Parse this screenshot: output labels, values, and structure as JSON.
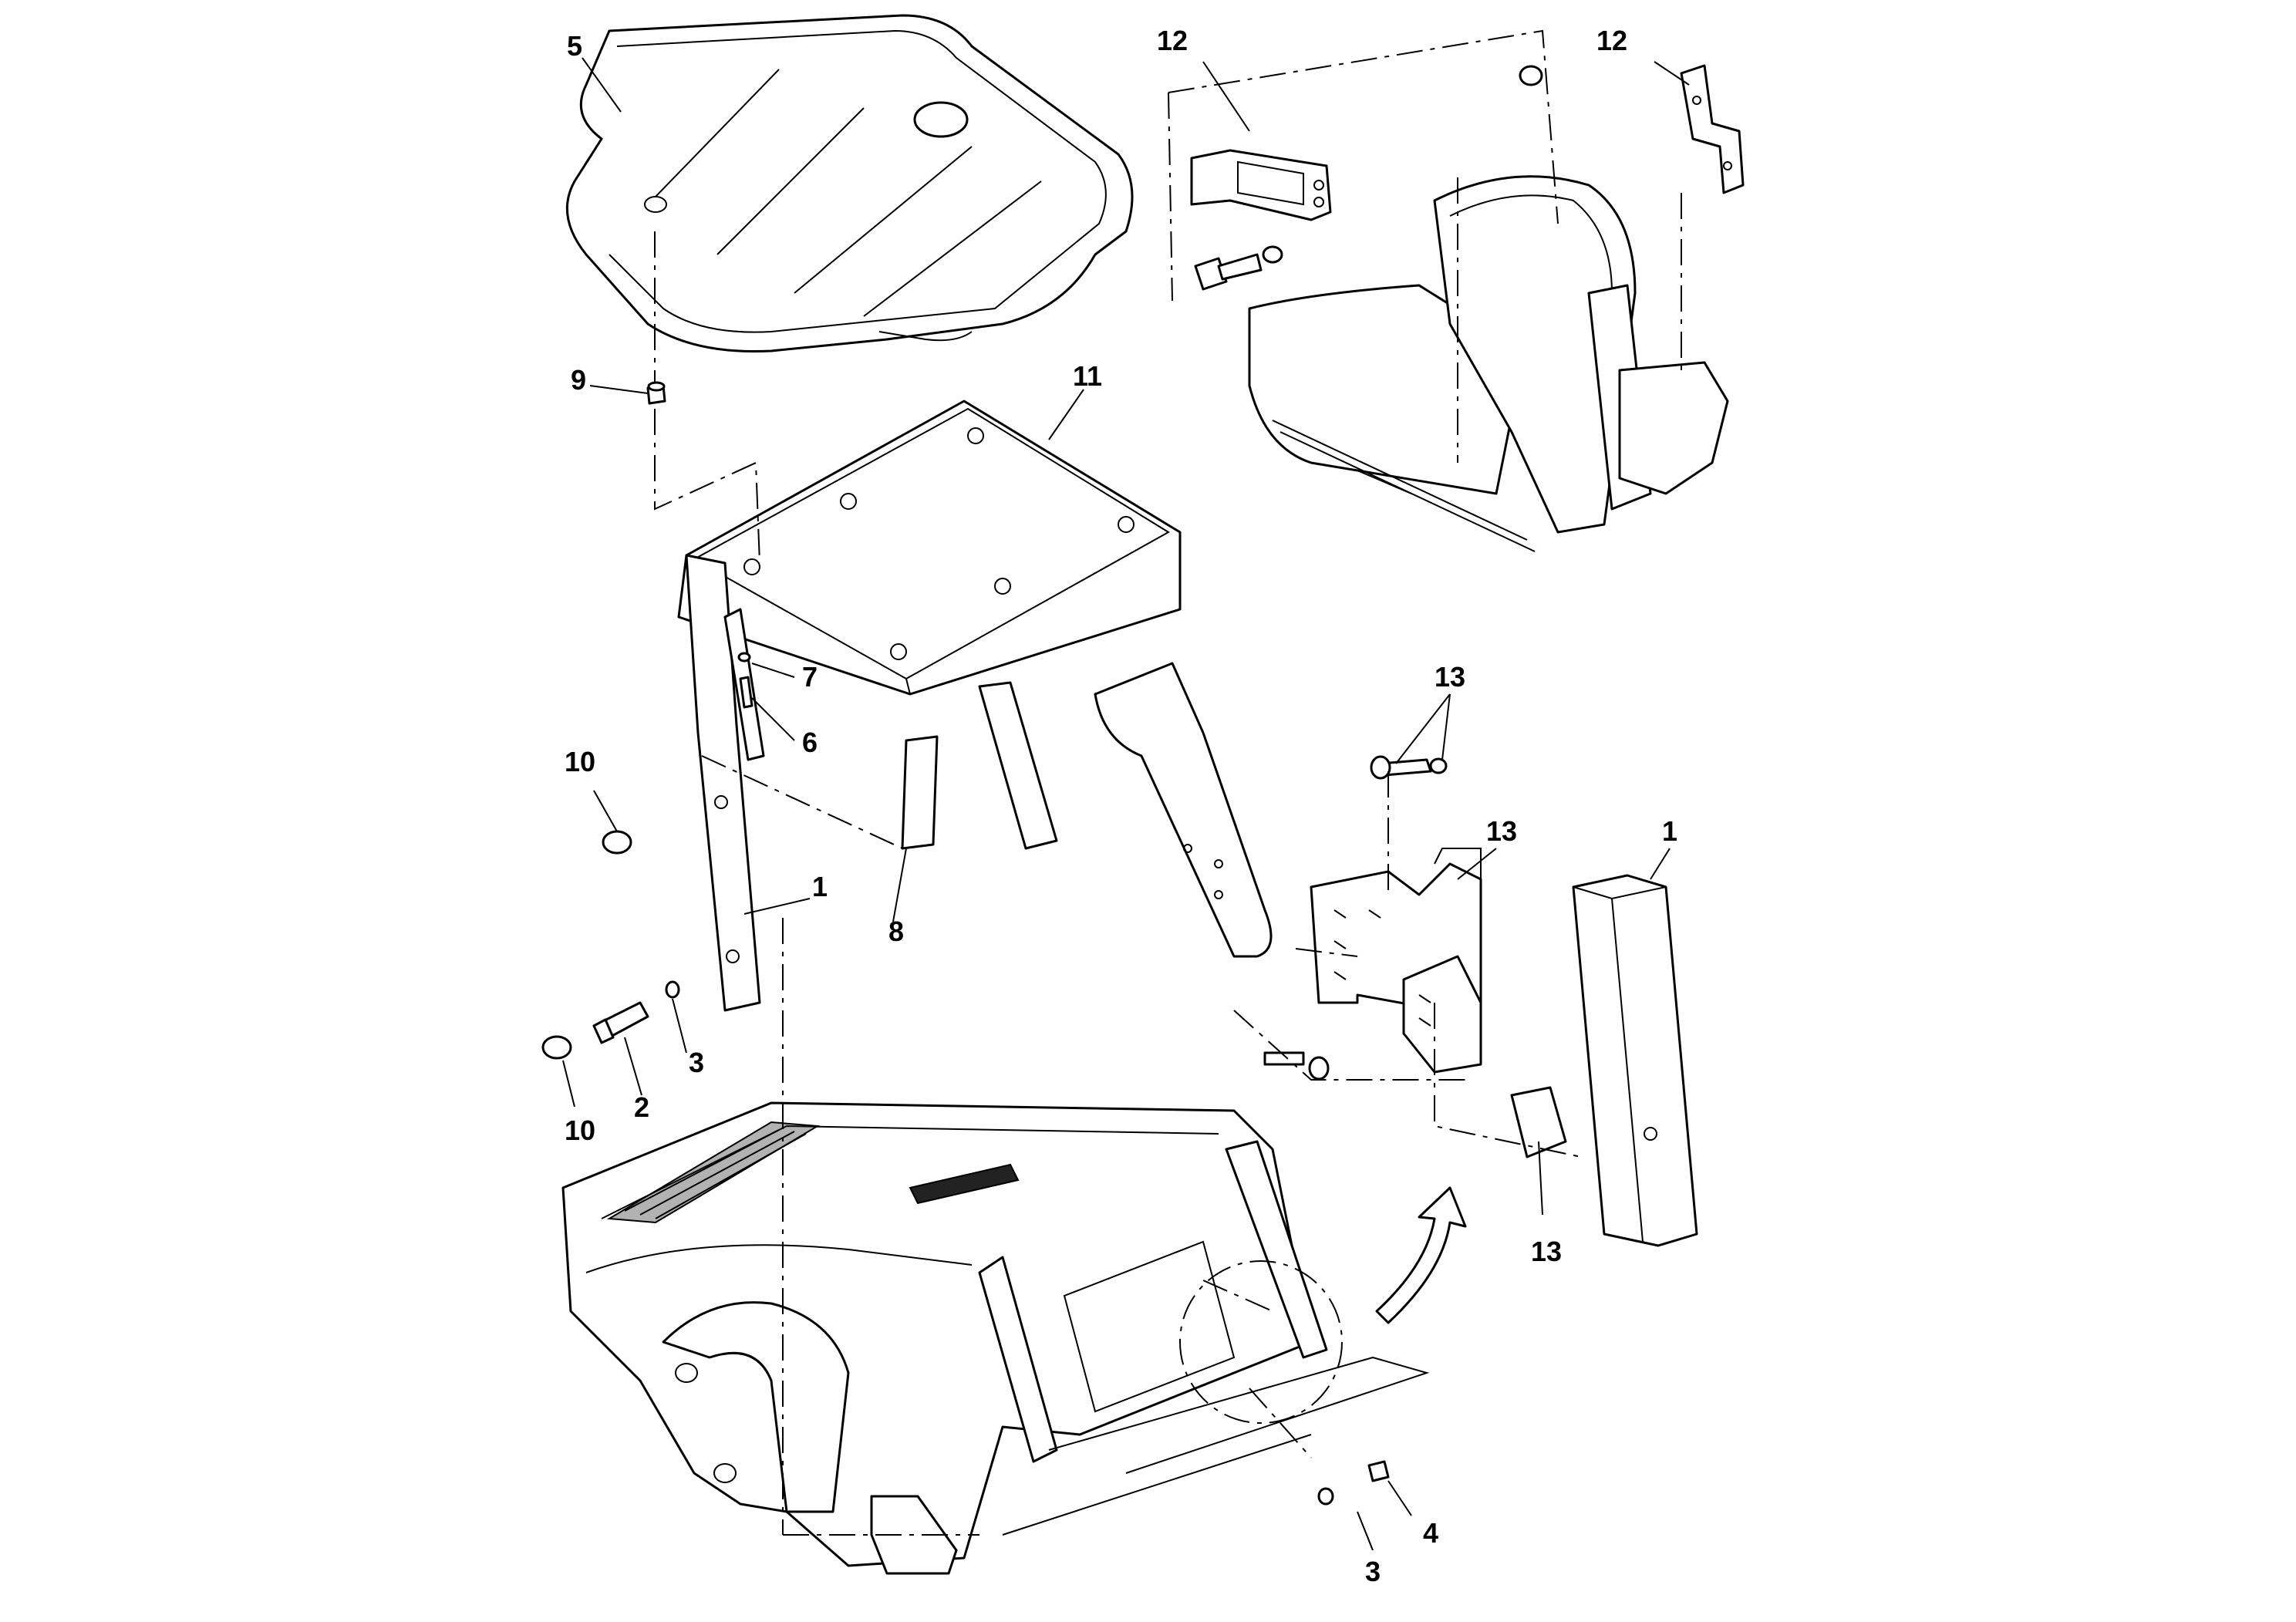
{
  "callouts": [
    {
      "id": "5",
      "text": "5"
    },
    {
      "id": "9",
      "text": "9"
    },
    {
      "id": "11",
      "text": "11"
    },
    {
      "id": "7",
      "text": "7"
    },
    {
      "id": "6",
      "text": "6"
    },
    {
      "id": "10a",
      "text": "10"
    },
    {
      "id": "8",
      "text": "8"
    },
    {
      "id": "1a",
      "text": "1"
    },
    {
      "id": "2",
      "text": "2"
    },
    {
      "id": "3a",
      "text": "3"
    },
    {
      "id": "10b",
      "text": "10"
    },
    {
      "id": "12a",
      "text": "12"
    },
    {
      "id": "12b",
      "text": "12"
    },
    {
      "id": "13a",
      "text": "13"
    },
    {
      "id": "13b",
      "text": "13"
    },
    {
      "id": "13c",
      "text": "13"
    },
    {
      "id": "1b",
      "text": "1"
    },
    {
      "id": "4",
      "text": "4"
    },
    {
      "id": "3b",
      "text": "3"
    }
  ]
}
